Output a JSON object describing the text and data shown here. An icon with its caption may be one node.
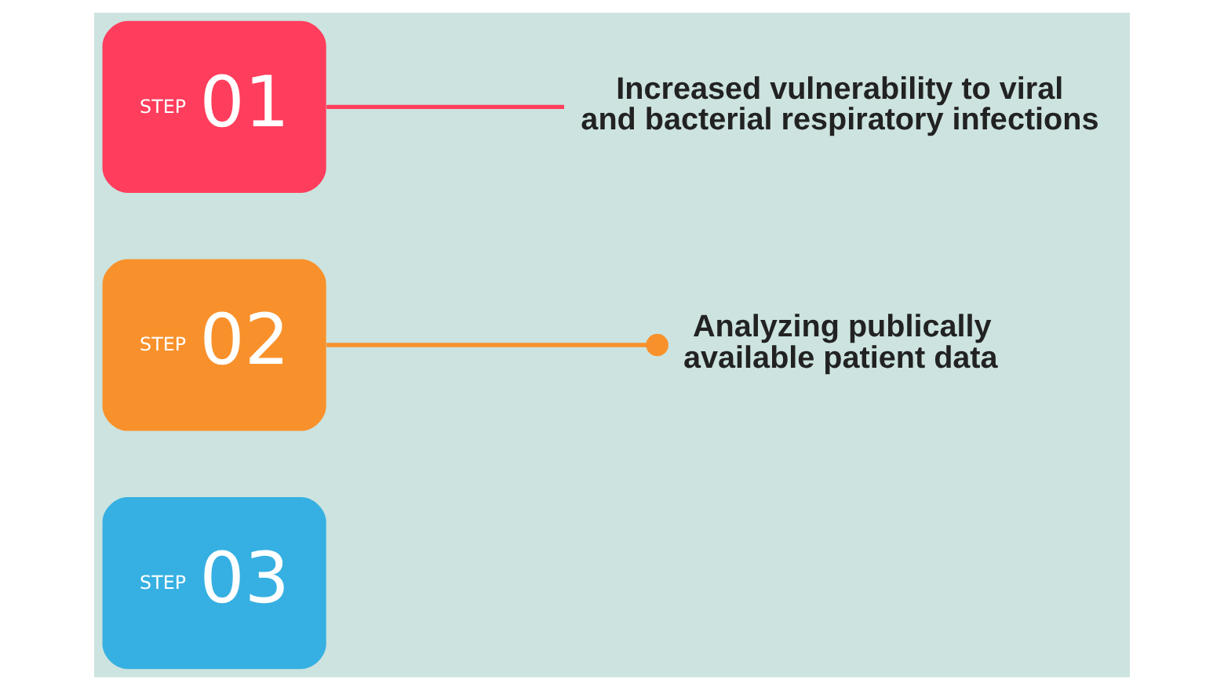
{
  "diagram": {
    "nodes": [
      {
        "text": [
          "STEP",
          "01"
        ]
      },
      {
        "text": [
          "Increased vulnerability to viral and bacterial respiratory infections"
        ]
      },
      {
        "text": [
          "STEP",
          "02"
        ]
      },
      {
        "text": [
          "Analyzing publically available patient data"
        ]
      },
      {
        "text": [
          "STEP",
          "03"
        ]
      }
    ],
    "edges": [
      {
        "from": 0,
        "to": 1,
        "arrow": "none",
        "color": "#ff3d5c"
      },
      {
        "from": 2,
        "to": 3,
        "arrow": "other",
        "color": "#f8912b"
      }
    ]
  }
}
